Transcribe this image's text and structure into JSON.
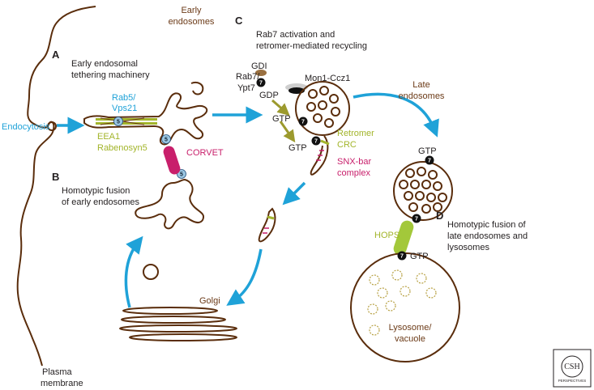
{
  "labels": {
    "early_endosomes_1": "Early",
    "early_endosomes_2": "endosomes",
    "panel_a": "A",
    "tethering_1": "Early endosomal",
    "tethering_2": "tethering machinery",
    "rab5_1": "Rab5/",
    "rab5_2": "Vps21",
    "endocytosis": "Endocytosis",
    "eea1": "EEA1",
    "rabenosyn": "Rabenosyn5",
    "corvet": "CORVET",
    "panel_b": "B",
    "homotypic_early_1": "Homotypic fusion",
    "homotypic_early_2": "of early endosomes",
    "panel_c": "C",
    "rab7_activation_1": "Rab7 activation and",
    "rab7_activation_2": "retromer-mediated recycling",
    "gdi": "GDI",
    "rab7_1": "Rab7/",
    "rab7_2": "Ypt7",
    "gdp": "GDP",
    "mon1": "Mon1-Ccz1",
    "gtp_1": "GTP",
    "gtp_2": "GTP",
    "retromer_1": "Retromer",
    "retromer_2": "CRC",
    "snx_1": "SNX-bar",
    "snx_2": "complex",
    "late_endosomes_1": "Late",
    "late_endosomes_2": "endosomes",
    "gtp_3": "GTP",
    "panel_d": "D",
    "homotypic_late_1": "Homotypic fusion of",
    "homotypic_late_2": "late endosomes and",
    "homotypic_late_3": "lysosomes",
    "hops": "HOPS",
    "gtp_4": "GTP",
    "lysosome_1": "Lysosome/",
    "lysosome_2": "vacuole",
    "golgi": "Golgi",
    "plasma_1": "Plasma",
    "plasma_2": "membrane",
    "badge_5": "5",
    "badge_7": "7",
    "logo": "CSH PERSPECTIVES"
  },
  "colors": {
    "membrane": "#5a2d0c",
    "arrow_blue": "#1fa2d8",
    "green": "#a3b52b",
    "magenta": "#c81f6b",
    "brown_text": "#6b3a17",
    "olive_arrow": "#9c9a2e"
  }
}
